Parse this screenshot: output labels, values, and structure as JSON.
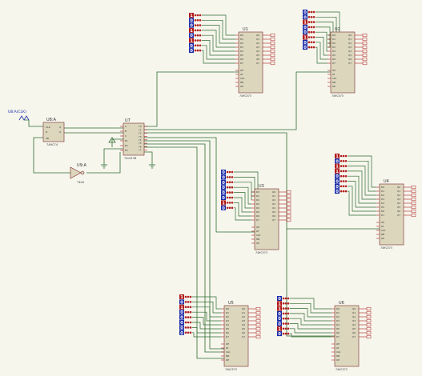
{
  "app": {
    "background": "#f6f6ed",
    "wire_color": "#2f6b2f",
    "chip_fill": "#dcd6bd",
    "chip_border": "#7a2a2a",
    "pin_color": "#b02020",
    "probe_hi": "#b01818",
    "probe_lo": "#1a2aa8"
  },
  "clock": {
    "label": "U8:A(CLK)"
  },
  "u8a": {
    "name": "U8:A",
    "part": "74HC74",
    "pins_left": [
      "CLK",
      "D",
      "SR"
    ],
    "pins_right": [
      "Q",
      "Q"
    ]
  },
  "u7": {
    "name": "U7",
    "part": "74LS138",
    "pins_left": [
      "A",
      "B",
      "C",
      "E1",
      "E2",
      "E3"
    ],
    "pins_right": [
      "Y0",
      "Y1",
      "Y2",
      "Y3",
      "Y4",
      "Y5",
      "Y6",
      "Y7"
    ]
  },
  "u9a": {
    "name": "U9:A",
    "part": "7404"
  },
  "latch_pins_left": [
    "D0",
    "D1",
    "D2",
    "D3",
    "D4",
    "D5",
    "D6",
    "D7"
  ],
  "latch_pins_right": [
    "Q0",
    "Q1",
    "Q2",
    "Q3",
    "Q4",
    "Q5",
    "Q6",
    "Q7"
  ],
  "latch_ctrl_pins": [
    "OE",
    "LE",
    "CLK",
    "MR",
    "OE"
  ],
  "latch_part": "74HC573",
  "latches": [
    {
      "name": "U1",
      "bits": [
        "1",
        "0",
        "0",
        "1",
        "0",
        "1",
        "0",
        "0"
      ]
    },
    {
      "name": "U2",
      "bits": [
        "0",
        "0",
        "1",
        "0",
        "0",
        "1",
        "0",
        "0"
      ]
    },
    {
      "name": "U3",
      "bits": [
        "0",
        "0",
        "0",
        "0",
        "0",
        "0",
        "1",
        "0"
      ]
    },
    {
      "name": "U4",
      "bits": [
        "1",
        "0",
        "1",
        "1",
        "0",
        "0",
        "0",
        "0"
      ]
    },
    {
      "name": "U5",
      "bits": [
        "1",
        "0",
        "1",
        "0",
        "0",
        "0",
        "0",
        "0"
      ]
    },
    {
      "name": "U6",
      "bits": [
        "0",
        "1",
        "1",
        "0",
        "0",
        "0",
        "1",
        "0"
      ]
    }
  ]
}
